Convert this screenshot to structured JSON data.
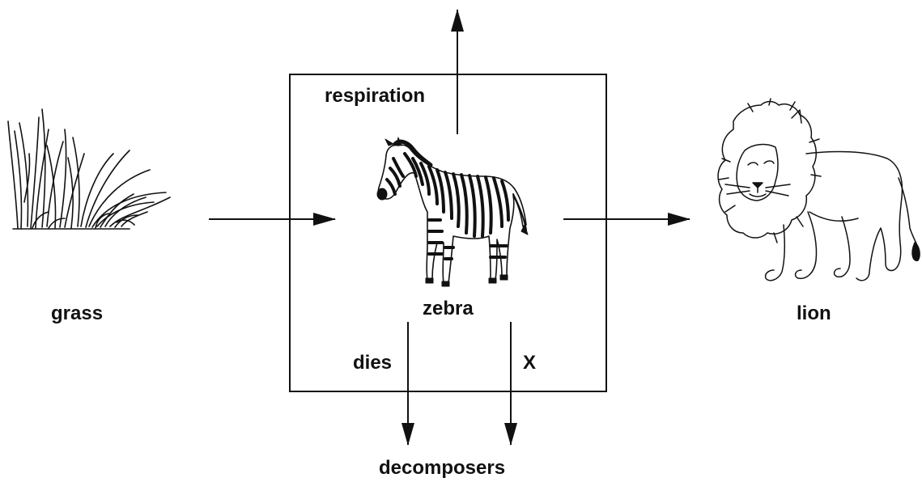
{
  "labels": {
    "grass": "grass",
    "zebra": "zebra",
    "lion": "lion",
    "respiration": "respiration",
    "dies": "dies",
    "x": "X",
    "decomposers": "decomposers"
  },
  "colors": {
    "ink": "#111111",
    "background": "#ffffff"
  },
  "icons": {
    "grass": "grass-icon",
    "zebra": "zebra-icon",
    "lion": "lion-icon"
  }
}
